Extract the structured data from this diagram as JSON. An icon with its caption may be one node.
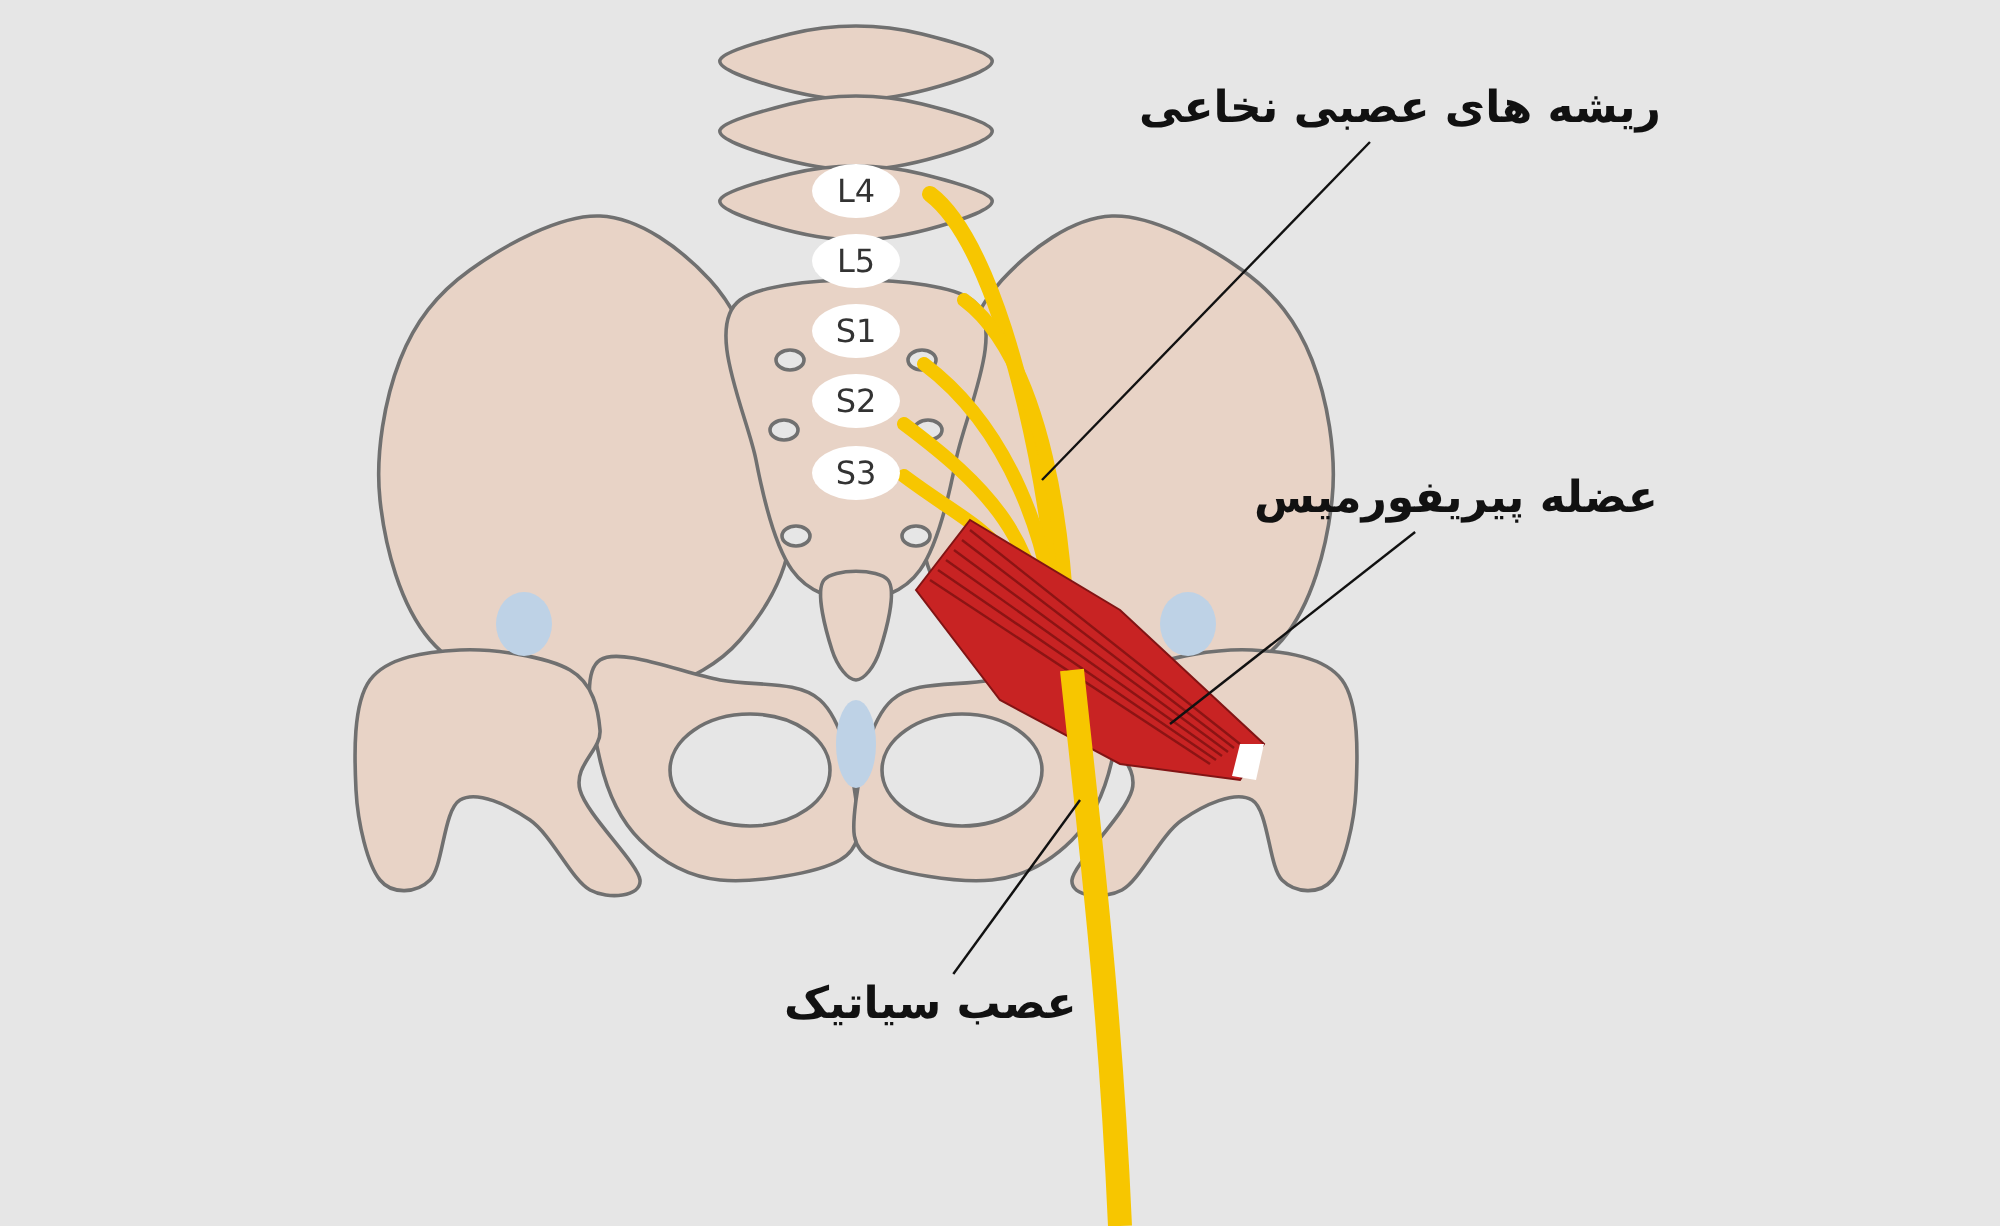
{
  "diagram": {
    "nodes": [
      {
        "text": [
          "L4"
        ]
      },
      {
        "text": [
          "L5"
        ]
      },
      {
        "text": [
          "S1"
        ]
      },
      {
        "text": [
          "S2"
        ]
      },
      {
        "text": [
          "S3"
        ]
      },
      {
        "text": [
          "ریشه های عصبی نخاعی"
        ]
      },
      {
        "text": [
          "عضله پیریفورمیس"
        ]
      },
      {
        "text": [
          "عصب سیاتیک"
        ]
      }
    ],
    "edges": [
      {
        "from": 5,
        "to": null,
        "arrow": "none"
      },
      {
        "from": 6,
        "to": null,
        "arrow": "none"
      },
      {
        "from": 7,
        "to": null,
        "arrow": "none"
      }
    ]
  }
}
